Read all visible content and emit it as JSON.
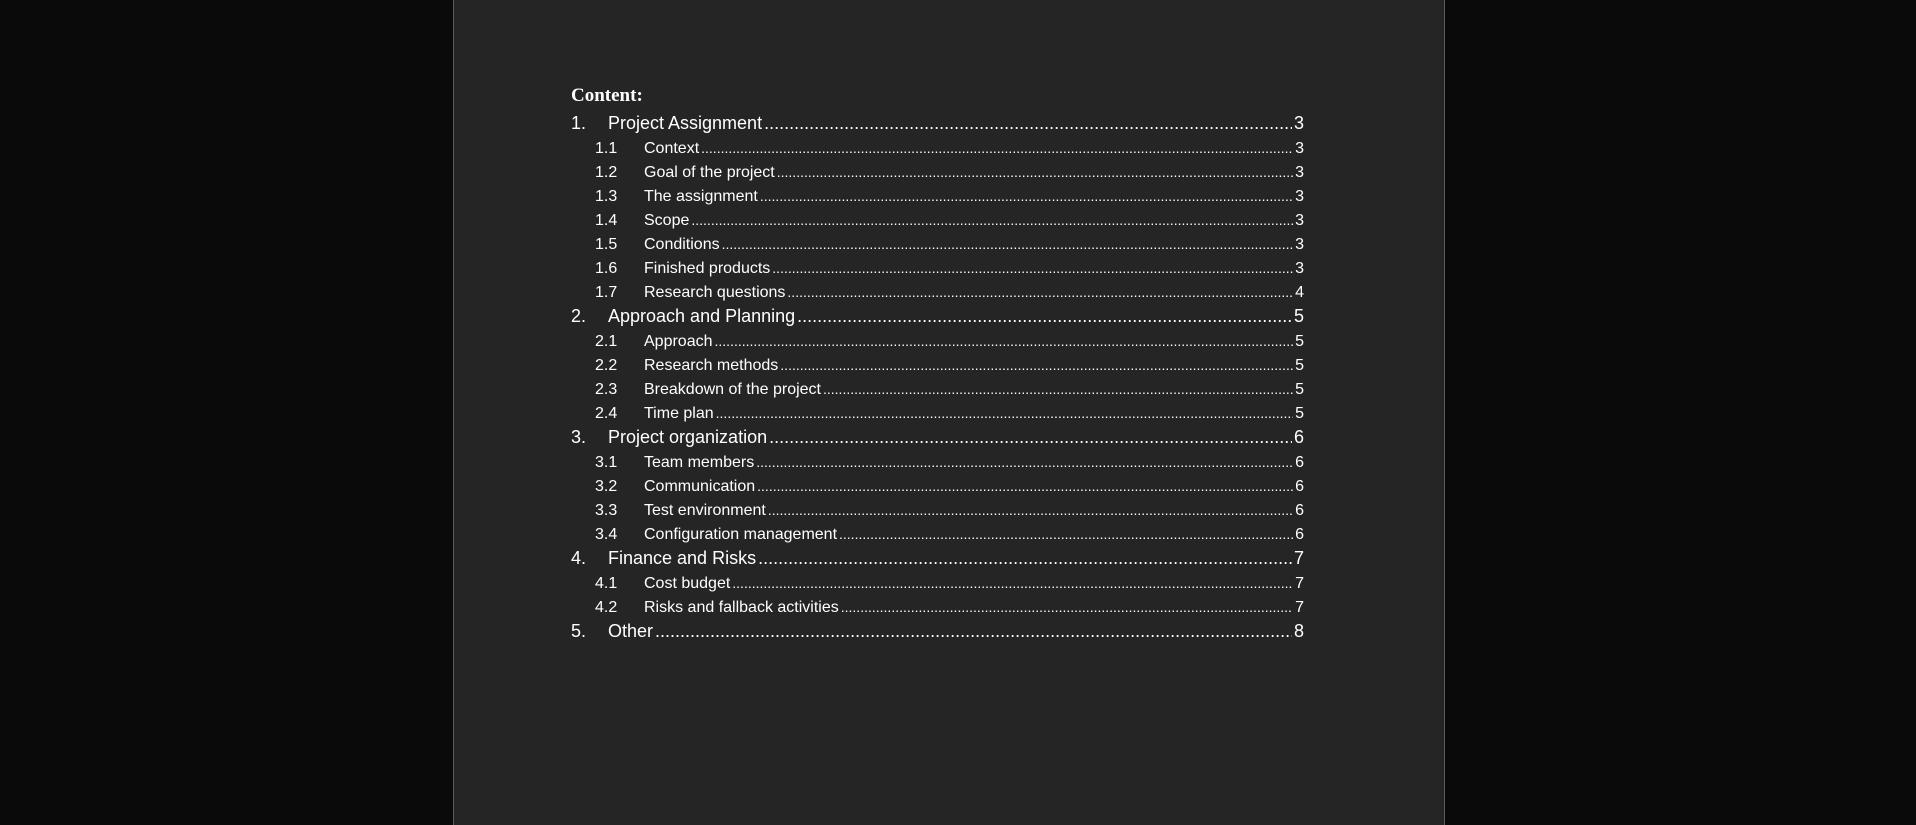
{
  "document": {
    "toc_title": "Content:",
    "entries": [
      {
        "num": "1.",
        "label": "Project Assignment",
        "page": "3",
        "level": 1
      },
      {
        "num": "1.1",
        "label": "Context",
        "page": "3",
        "level": 2
      },
      {
        "num": "1.2",
        "label": "Goal of the project",
        "page": "3",
        "level": 2
      },
      {
        "num": "1.3",
        "label": "The assignment",
        "page": "3",
        "level": 2
      },
      {
        "num": "1.4",
        "label": "Scope",
        "page": "3",
        "level": 2
      },
      {
        "num": "1.5",
        "label": "Conditions",
        "page": "3",
        "level": 2
      },
      {
        "num": "1.6",
        "label": "Finished products",
        "page": "3",
        "level": 2
      },
      {
        "num": "1.7",
        "label": "Research questions",
        "page": "4",
        "level": 2
      },
      {
        "num": "2.",
        "label": "Approach and Planning",
        "page": "5",
        "level": 1
      },
      {
        "num": "2.1",
        "label": "Approach",
        "page": "5",
        "level": 2
      },
      {
        "num": "2.2",
        "label": "Research methods",
        "page": "5",
        "level": 2
      },
      {
        "num": "2.3",
        "label": "Breakdown of the project",
        "page": "5",
        "level": 2
      },
      {
        "num": "2.4",
        "label": "Time plan",
        "page": "5",
        "level": 2
      },
      {
        "num": "3.",
        "label": "Project organization",
        "page": "6",
        "level": 1
      },
      {
        "num": "3.1",
        "label": "Team members",
        "page": "6",
        "level": 2
      },
      {
        "num": "3.2",
        "label": "Communication",
        "page": "6",
        "level": 2
      },
      {
        "num": "3.3",
        "label": "Test environment",
        "page": "6",
        "level": 2
      },
      {
        "num": "3.4",
        "label": "Configuration management",
        "page": "6",
        "level": 2
      },
      {
        "num": "4.",
        "label": "Finance and Risks",
        "page": "7",
        "level": 1
      },
      {
        "num": "4.1",
        "label": "Cost budget",
        "page": "7",
        "level": 2
      },
      {
        "num": "4.2",
        "label": "Risks and fallback activities",
        "page": "7",
        "level": 2
      },
      {
        "num": "5.",
        "label": "Other",
        "page": "8",
        "level": 1
      }
    ]
  },
  "colors": {
    "viewer_background": "#0a0a0a",
    "page_background": "#252525",
    "text": "#ffffff"
  }
}
